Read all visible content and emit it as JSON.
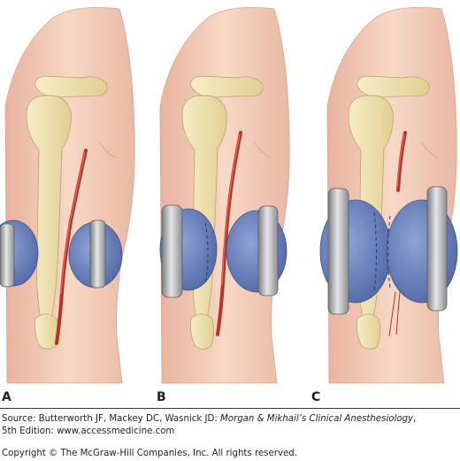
{
  "panels": [
    {
      "label": "A",
      "clamp": "small",
      "artery": "open"
    },
    {
      "label": "B",
      "clamp": "medium",
      "artery": "partially-compressed"
    },
    {
      "label": "C",
      "clamp": "large",
      "artery": "occluded"
    }
  ],
  "caption": {
    "source_prefix": "Source: Butterworth JF, Mackey DC, Wasnick JD: ",
    "source_title": "Morgan & Mikhail’s Clinical Anesthesiology",
    "source_suffix": ",",
    "edition": "5th Edition: www.accessmedicine.com",
    "copyright": "Copyright © The McGraw-Hill Companies, Inc. All rights reserved."
  },
  "colors": {
    "skin": "#f2cdb8",
    "bone": "#efe2b4",
    "artery": "#c0392b",
    "cuff_bladder": "#6f86bd",
    "clamp_plate": "#a9aaad"
  }
}
